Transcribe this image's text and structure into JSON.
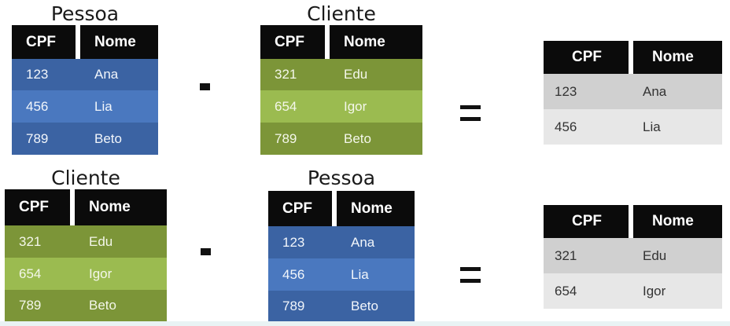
{
  "top": {
    "left": {
      "caption": "Pessoa",
      "headers": [
        "CPF",
        "Nome"
      ],
      "rows": [
        [
          "123",
          "Ana"
        ],
        [
          "456",
          "Lia"
        ],
        [
          "789",
          "Beto"
        ]
      ]
    },
    "operator": "-",
    "right": {
      "caption": "Cliente",
      "headers": [
        "CPF",
        "Nome"
      ],
      "rows": [
        [
          "321",
          "Edu"
        ],
        [
          "654",
          "Igor"
        ],
        [
          "789",
          "Beto"
        ]
      ]
    },
    "equals": "=",
    "result": {
      "headers": [
        "CPF",
        "Nome"
      ],
      "rows": [
        [
          "123",
          "Ana"
        ],
        [
          "456",
          "Lia"
        ]
      ]
    }
  },
  "bottom": {
    "left": {
      "caption": "Cliente",
      "headers": [
        "CPF",
        "Nome"
      ],
      "rows": [
        [
          "321",
          "Edu"
        ],
        [
          "654",
          "Igor"
        ],
        [
          "789",
          "Beto"
        ]
      ]
    },
    "operator": "-",
    "right": {
      "caption": "Pessoa",
      "headers": [
        "CPF",
        "Nome"
      ],
      "rows": [
        [
          "123",
          "Ana"
        ],
        [
          "456",
          "Lia"
        ],
        [
          "789",
          "Beto"
        ]
      ]
    },
    "equals": "=",
    "result": {
      "headers": [
        "CPF",
        "Nome"
      ],
      "rows": [
        [
          "321",
          "Edu"
        ],
        [
          "654",
          "Igor"
        ]
      ]
    }
  },
  "colors": {
    "pessoa_dark": "#3b63a3",
    "pessoa_light": "#4a78bf",
    "cliente_dark": "#7c9538",
    "cliente_light": "#9bbb50",
    "result_dark": "#d0d0d0",
    "result_light": "#e7e7e7",
    "header": "#0b0b0b"
  }
}
